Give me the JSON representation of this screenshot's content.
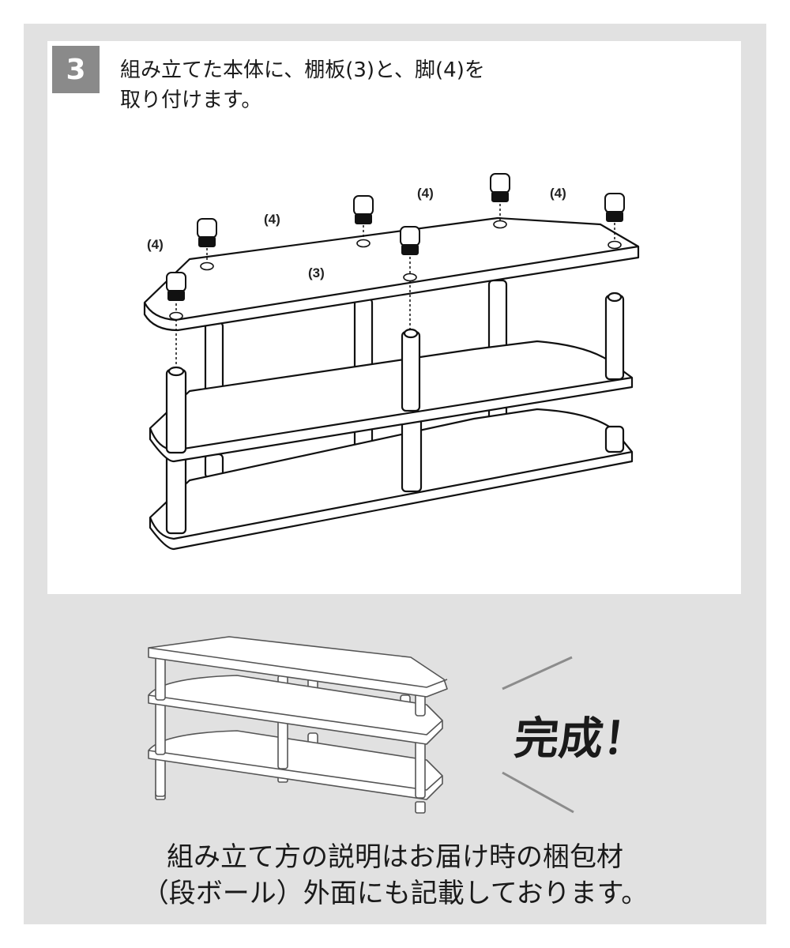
{
  "step": {
    "number": "3",
    "instruction_line1": "組み立てた本体に、棚板(3)と、脚(4)を",
    "instruction_line2": "取り付けます。"
  },
  "diagram": {
    "part_label_leg": "(4)",
    "part_label_shelf": "(3)"
  },
  "completion": {
    "label": "完成！"
  },
  "footer": {
    "line1": "組み立て方の説明はお届け時の梱包材",
    "line2": "（段ボール）外面にも記載しております。"
  },
  "colors": {
    "background": "#ffffff",
    "panel": "#e1e1e1",
    "badge": "#8a8a8a",
    "ink": "#1a1a1a",
    "accent_lines": "#8c8c8c"
  }
}
